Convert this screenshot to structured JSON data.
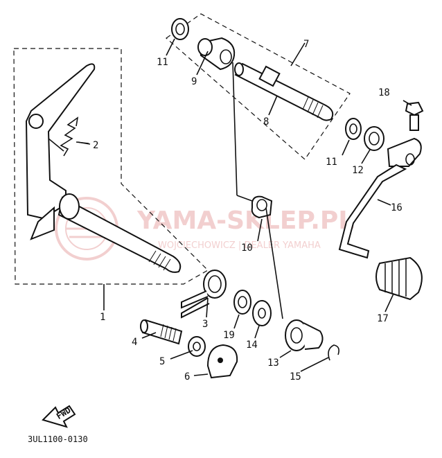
{
  "callouts": {
    "p1": "1",
    "p2": "2",
    "p3": "3",
    "p4": "4",
    "p5": "5",
    "p6": "6",
    "p7": "7",
    "p8": "8",
    "p9": "9",
    "p10": "10",
    "p11a": "11",
    "p11b": "11",
    "p12": "12",
    "p13": "13",
    "p14": "14",
    "p15": "15",
    "p16": "16",
    "p17": "17",
    "p18": "18",
    "p19": "19"
  },
  "fwd_label": "FWD",
  "diagram_code": "3UL1100-0130",
  "watermark": {
    "main": "YAMA-SKLEP.PL",
    "sub": "WOJCIECHOWICZ | DEALER YAMAHA",
    "color": "#e8a8a8"
  }
}
